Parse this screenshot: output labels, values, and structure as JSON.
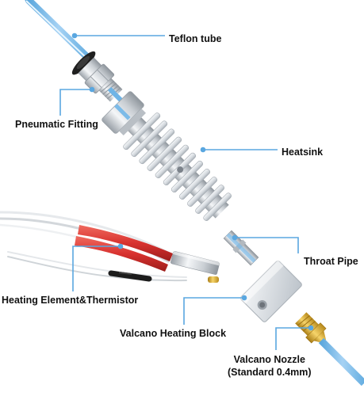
{
  "labels": {
    "teflon_tube": "Teflon tube",
    "pneumatic_fitting": "Pneumatic Fitting",
    "heatsink": "Heatsink",
    "throat_pipe": "Throat Pipe",
    "heating_element": "Heating Element&Thermistor",
    "heating_block": "Valcano Heating Block",
    "nozzle_line1": "Valcano Nozzle",
    "nozzle_line2": "(Standard 0.4mm)"
  },
  "colors": {
    "leader_line": "#5aa7e0",
    "teflon_tube": "#8fc9f0",
    "aluminum": "#d9dde2",
    "heater_red": "#d8322f",
    "brass": "#e2b12f",
    "label_text": "#111111"
  }
}
